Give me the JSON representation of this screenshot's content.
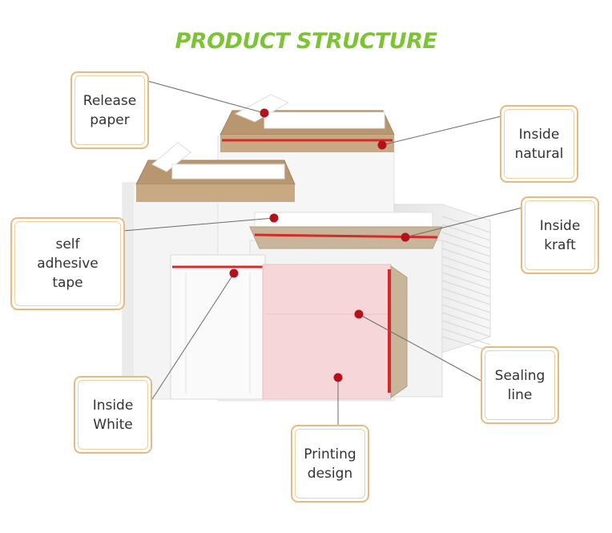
{
  "title": "PRODUCT STRUCTURE",
  "labels": {
    "release_paper": "Release\npaper",
    "inside_natural": "Inside\nnatural",
    "self_adhesive_tape": "self\nadhesive\ntape",
    "inside_kraft": "Inside\nkraft",
    "inside_white": "Inside\nWhite",
    "sealing_line": "Sealing\nline",
    "printing_design": "Printing\ndesign"
  },
  "colors": {
    "title": "#7cc431",
    "callout_border": "#e8b981",
    "marker": "#b3121a",
    "kraft": "#b89770",
    "tape_line": "#d52a2a",
    "print_pink": "#f7d6da"
  }
}
